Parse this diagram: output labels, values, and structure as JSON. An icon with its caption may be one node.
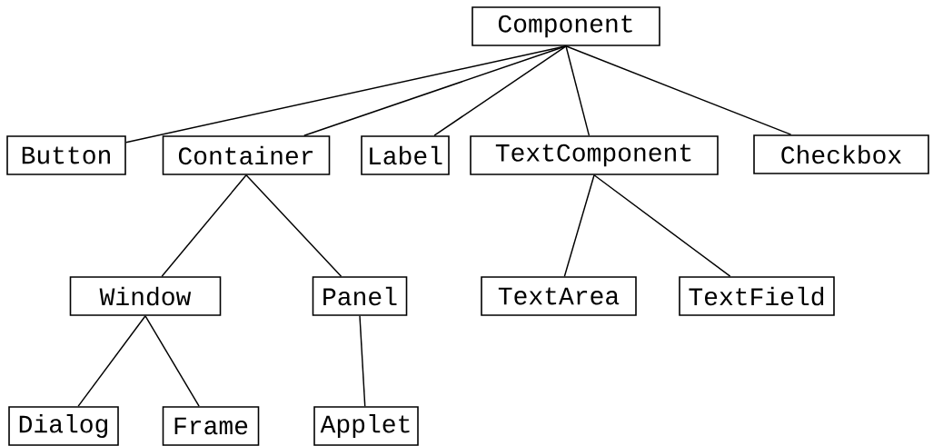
{
  "diagram": {
    "nodes": [
      {
        "text": [
          "Component"
        ]
      },
      {
        "text": [
          "Button"
        ]
      },
      {
        "text": [
          "Container"
        ]
      },
      {
        "text": [
          "Label"
        ]
      },
      {
        "text": [
          "TextComponent"
        ]
      },
      {
        "text": [
          "Checkbox"
        ]
      },
      {
        "text": [
          "Window"
        ]
      },
      {
        "text": [
          "Panel"
        ]
      },
      {
        "text": [
          "TextArea"
        ]
      },
      {
        "text": [
          "TextField"
        ]
      },
      {
        "text": [
          "Dialog"
        ]
      },
      {
        "text": [
          "Frame"
        ]
      },
      {
        "text": [
          "Applet"
        ]
      }
    ],
    "edges": [
      {
        "from": 0,
        "to": 1,
        "arrow": "none"
      },
      {
        "from": 0,
        "to": 2,
        "arrow": "none"
      },
      {
        "from": 0,
        "to": 3,
        "arrow": "none"
      },
      {
        "from": 0,
        "to": 4,
        "arrow": "none"
      },
      {
        "from": 0,
        "to": 5,
        "arrow": "none"
      },
      {
        "from": 2,
        "to": 6,
        "arrow": "none"
      },
      {
        "from": 2,
        "to": 7,
        "arrow": "none"
      },
      {
        "from": 4,
        "to": 8,
        "arrow": "none"
      },
      {
        "from": 4,
        "to": 9,
        "arrow": "none"
      },
      {
        "from": 6,
        "to": 10,
        "arrow": "none"
      },
      {
        "from": 6,
        "to": 11,
        "arrow": "none"
      },
      {
        "from": 7,
        "to": 12,
        "arrow": "none"
      }
    ]
  }
}
